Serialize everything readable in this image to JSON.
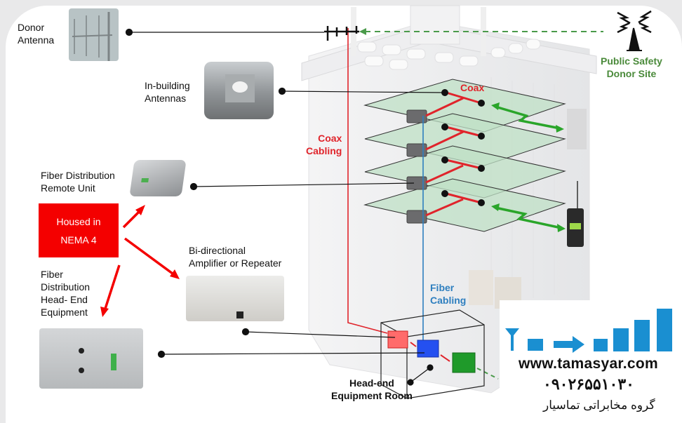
{
  "title": "Public Safety In-Building DAS Diagram",
  "labels": {
    "donor_antenna": [
      "Donor",
      "Antenna"
    ],
    "in_building_antennas": [
      "In-building",
      "Antennas"
    ],
    "fiber_remote_unit": [
      "Fiber Distribution",
      "Remote Unit"
    ],
    "nema": [
      "Housed in",
      "NEMA 4"
    ],
    "bda": [
      "Bi-directional",
      "Amplifier or Repeater"
    ],
    "head_end_equipment": [
      "Fiber",
      "Distribution",
      "Head- End",
      "Equipment"
    ],
    "public_safety_site": [
      "Public Safety",
      "Donor Site"
    ],
    "coax_top": "Coax",
    "coax_cabling": [
      "Coax",
      "Cabling"
    ],
    "fiber_cabling": [
      "Fiber",
      "Cabling"
    ],
    "head_end_room": [
      "Head-end",
      "Equipment Room"
    ]
  },
  "logo": {
    "url": "www.tamasyar.com",
    "phone": "۰۹۰۲۶۵۵۱۰۳۰",
    "company_fa": "گروه مخابراتی تماسیار"
  },
  "colors": {
    "coax_red": "#e0242b",
    "fiber_blue": "#2e7fbf",
    "signal_green": "#2aa52a",
    "public_safety_green": "#4a8a3a",
    "nema_red": "#f40000",
    "logo_blue": "#1a8fd1",
    "floor_green": "#b9dcc0"
  }
}
